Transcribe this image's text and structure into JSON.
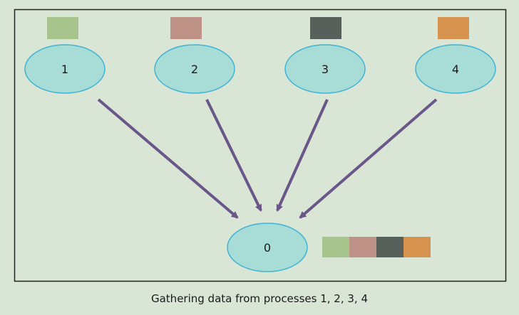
{
  "diagram": {
    "source_nodes": [
      {
        "label": "1",
        "block_color": "#a7c48c"
      },
      {
        "label": "2",
        "block_color": "#bf9288"
      },
      {
        "label": "3",
        "block_color": "#57605b"
      },
      {
        "label": "4",
        "block_color": "#d6924f"
      }
    ],
    "target_node": {
      "label": "0"
    },
    "gathered_block_colors": [
      "#a7c48c",
      "#bf9288",
      "#57605b",
      "#d6924f"
    ],
    "ellipse_fill": "#a8dcd6",
    "ellipse_stroke": "#3fb3d4",
    "arrow_color": "#6a5688",
    "frame_color": "#222222"
  },
  "caption": "Gathering data from processes 1, 2, 3, 4"
}
